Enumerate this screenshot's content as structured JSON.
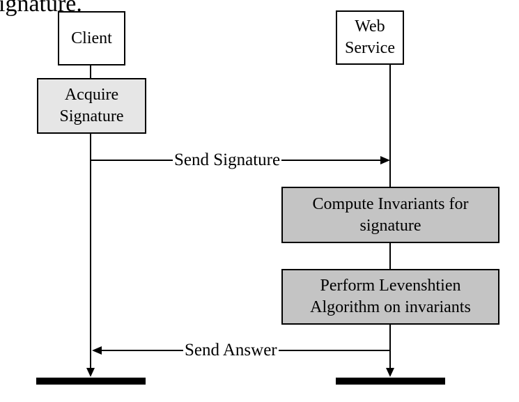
{
  "top_fragment": "ignature.",
  "lifelines": {
    "client": {
      "label": "Client"
    },
    "service": {
      "label_line1": "Web",
      "label_line2": "Service"
    }
  },
  "activities": {
    "acquire": {
      "line1": "Acquire",
      "line2": "Signature"
    },
    "compute": {
      "line1": "Compute Invariants for",
      "line2": "signature"
    },
    "perform": {
      "line1": "Perform Levenshtien",
      "line2": "Algorithm on invariants"
    }
  },
  "messages": {
    "send_signature": "Send Signature",
    "send_answer": "Send Answer"
  },
  "colors": {
    "light_fill": "#e6e6e6",
    "dark_fill": "#c4c4c4",
    "stroke": "#000000"
  }
}
